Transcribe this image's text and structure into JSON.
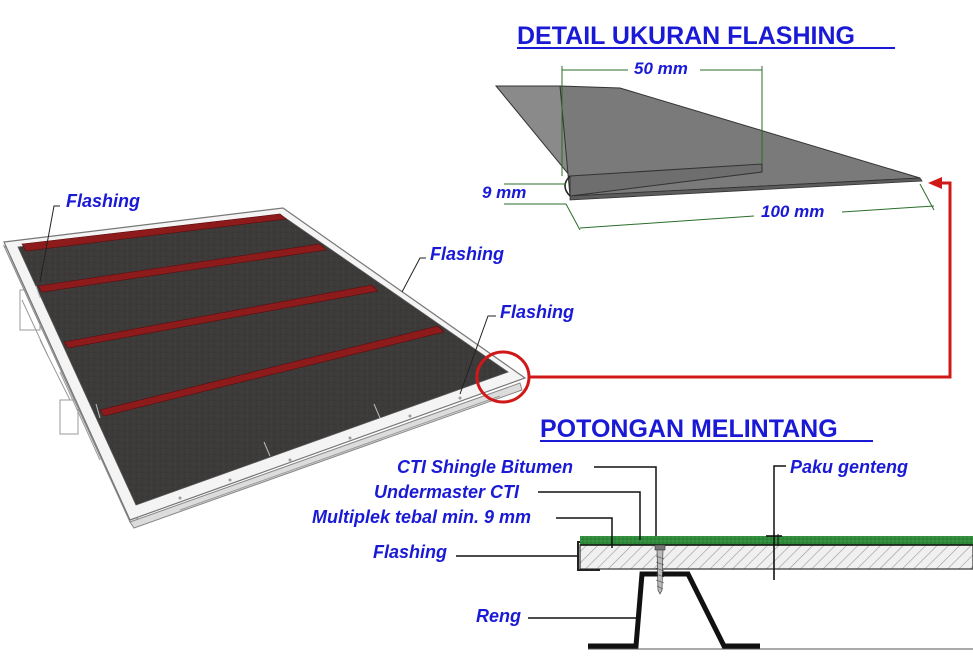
{
  "titles": {
    "detail": "DETAIL UKURAN FLASHING",
    "section": "POTONGAN MELINTANG"
  },
  "roof_labels": {
    "flashing_1": "Flashing",
    "flashing_2": "Flashing",
    "flashing_3": "Flashing"
  },
  "dimensions": {
    "width_top": "50 mm",
    "height": "9 mm",
    "width_bottom": "100 mm"
  },
  "section_labels": {
    "shingle": "CTI Shingle Bitumen",
    "undermaster": "Undermaster CTI",
    "multiplek": "Multiplek tebal min. 9 mm",
    "flashing": "Flashing",
    "reng": "Reng",
    "paku": "Paku genteng"
  },
  "colors": {
    "label_blue": "#1a1ad6",
    "callout_red": "#d01818",
    "roof_dark": "#3b3838",
    "flashing_red": "#8e1b1b",
    "shingle_green": "#2e8b3a"
  }
}
